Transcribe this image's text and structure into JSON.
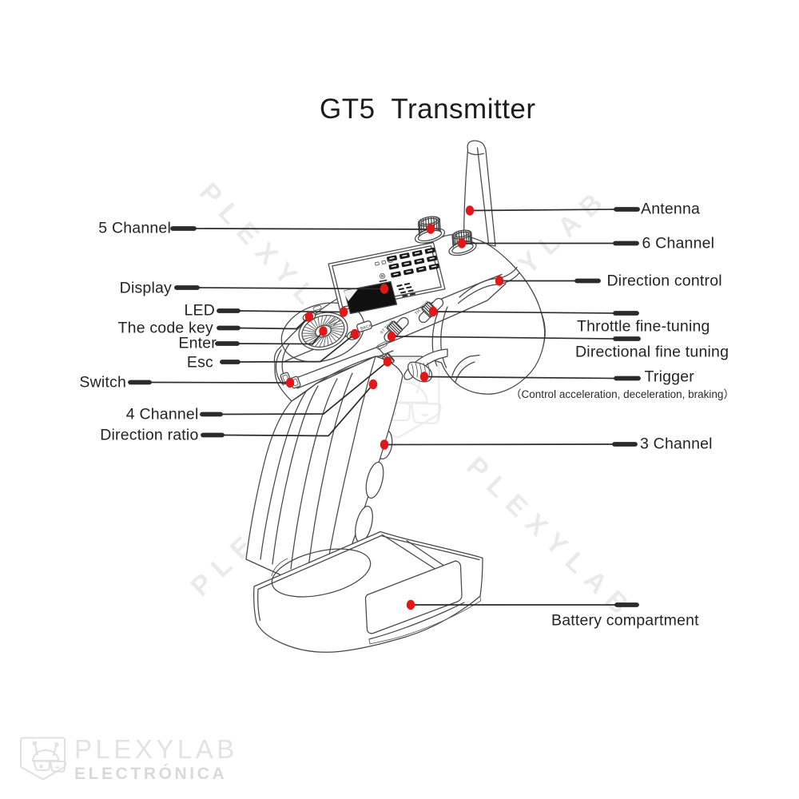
{
  "title": "GT5  Transmitter",
  "labels": {
    "left": [
      {
        "id": "5-channel",
        "text": "5 Channel"
      },
      {
        "id": "display",
        "text": "Display"
      },
      {
        "id": "led",
        "text": "LED"
      },
      {
        "id": "code-key",
        "text": "The code key"
      },
      {
        "id": "enter",
        "text": "Enter"
      },
      {
        "id": "esc",
        "text": "Esc"
      },
      {
        "id": "switch",
        "text": "Switch"
      },
      {
        "id": "4-channel",
        "text": "4 Channel"
      },
      {
        "id": "direction-ratio",
        "text": "Direction ratio"
      }
    ],
    "right": [
      {
        "id": "antenna",
        "text": "Antenna"
      },
      {
        "id": "6-channel",
        "text": "6 Channel"
      },
      {
        "id": "direction-control",
        "text": "Direction control"
      },
      {
        "id": "throttle-fine-tuning",
        "text": "Throttle fine-tuning"
      },
      {
        "id": "directional-fine-tuning",
        "text": "Directional fine tuning"
      },
      {
        "id": "trigger",
        "text": "Trigger",
        "note": "（Control acceleration, deceleration, braking）"
      },
      {
        "id": "3-channel",
        "text": "3 Channel"
      },
      {
        "id": "battery-compartment",
        "text": "Battery compartment"
      }
    ]
  },
  "device": {
    "back_button": "BACK",
    "st_trim": "ST.TRIM",
    "th_trim": "TH.TRIM",
    "ch3": "CH3"
  },
  "watermark": {
    "text": "PLEXYLAB",
    "color": "#eaeaea"
  },
  "logo": {
    "brand": "PLEXYLAB",
    "subtitle": "ELECTRÓNICA"
  },
  "colors": {
    "ink": "#474747",
    "label": "#242424",
    "leader": "#2b2b2b",
    "dot": "#e21717",
    "lcd": "#101010"
  }
}
